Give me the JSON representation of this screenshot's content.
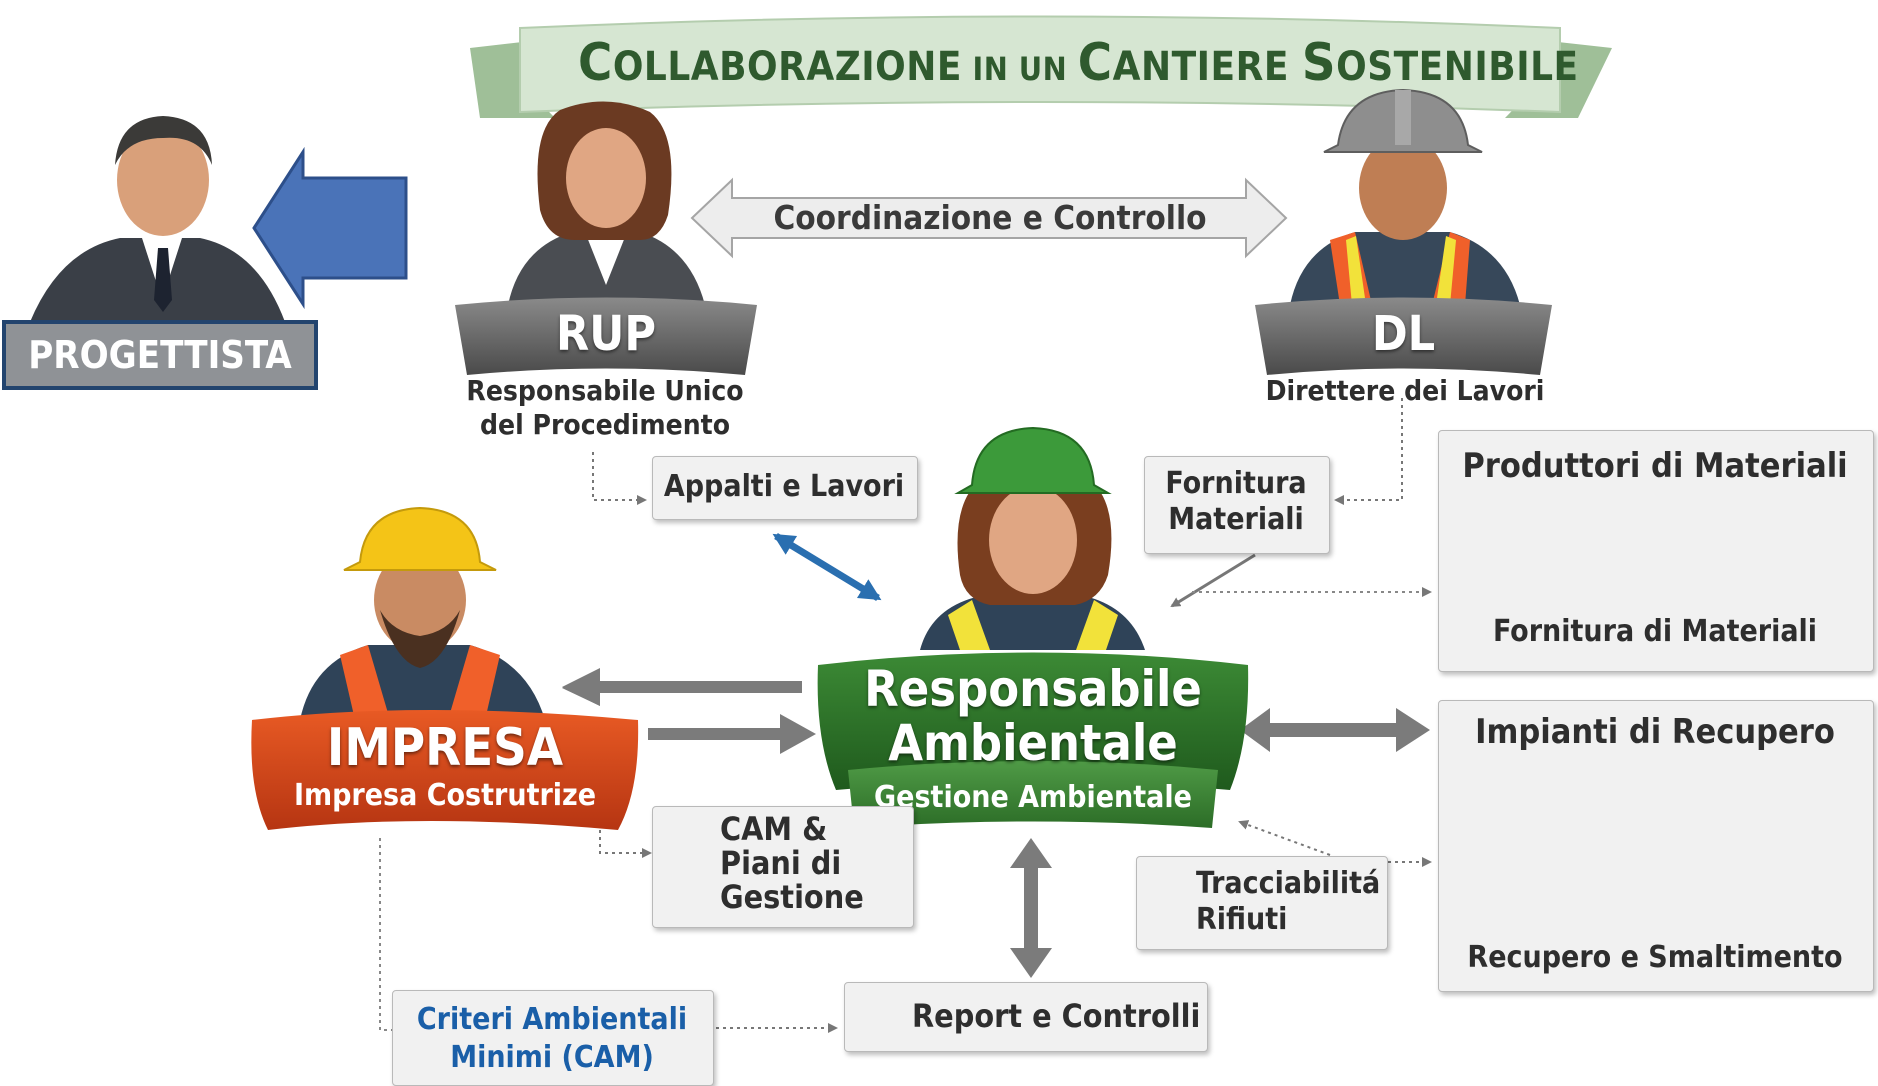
{
  "banner": {
    "title_parts": [
      {
        "text": "C",
        "size": "big"
      },
      {
        "text": "OLLABORAZIONE",
        "size": "sm"
      },
      {
        "text": " IN UN ",
        "size": "xs"
      },
      {
        "text": "C",
        "size": "big"
      },
      {
        "text": "ANTIERE ",
        "size": "sm"
      },
      {
        "text": "S",
        "size": "big"
      },
      {
        "text": "OSTENIBILE",
        "size": "sm"
      }
    ]
  },
  "progettista": {
    "label": "PROGETTISTA"
  },
  "rup": {
    "label": "RUP",
    "line1": "Responsabile Unico",
    "line2": "del Procedimento"
  },
  "dl": {
    "label": "DL",
    "subtitle": "Direttere dei Lavori"
  },
  "coordination": {
    "label": "Coordinazione e Controllo"
  },
  "appalti": {
    "label": "Appalti e Lavori"
  },
  "fornitura": {
    "line1": "Fornitura",
    "line2": "Materiali"
  },
  "produttori": {
    "title": "Produttori di Materiali",
    "caption": "Fornitura di Materiali"
  },
  "impresa": {
    "label": "IMPRESA",
    "subtitle": "Impresa Costrutrize"
  },
  "responsabile": {
    "line1": "Responsabile",
    "line2": "Ambientale",
    "subtitle": "Gestione Ambientale"
  },
  "impianti": {
    "title": "Impianti di Recupero",
    "caption": "Recupero e Smaltimento"
  },
  "cam_piani": {
    "line1": "CAM &",
    "line2": "Piani di",
    "line3": "Gestione"
  },
  "tracciabilita": {
    "line1": "Tracciabilitá",
    "line2": "Rifiuti"
  },
  "criteri": {
    "line1": "Criteri Ambientali",
    "line2": "Minimi (CAM)"
  },
  "report": {
    "label": "Report e Controlli"
  },
  "colors": {
    "banner_green": "#d4e4d0",
    "title_green": "#2f5a2e",
    "rup_gray": "#6b6b6b",
    "progettista_blue": "#4a73b8",
    "impresa_orange": "#d4461b",
    "responsabile_green": "#2e6b2a",
    "link_blue": "#1a5fa8"
  }
}
